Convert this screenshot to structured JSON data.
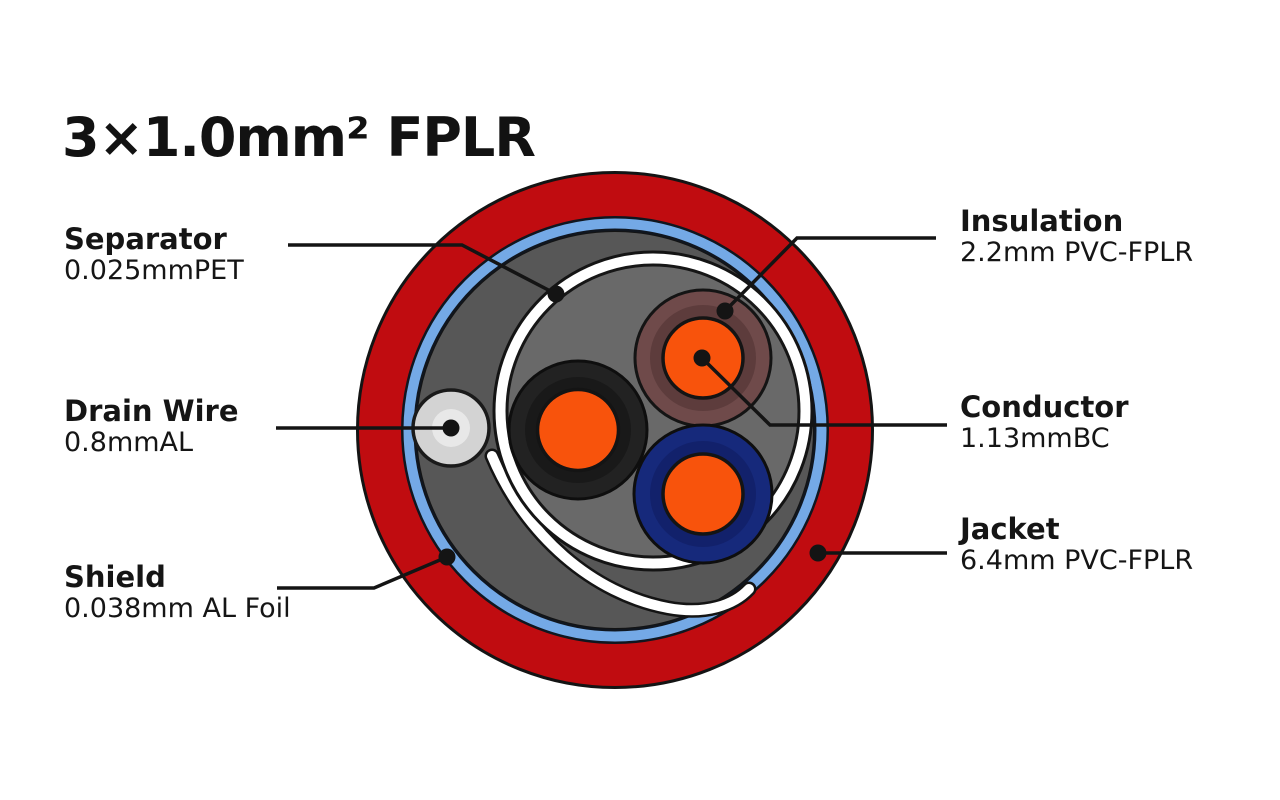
{
  "title": "3×1.0mm² FPLR",
  "labels": {
    "separator": {
      "name": "Separator",
      "spec": "0.025mmPET"
    },
    "drain_wire": {
      "name": "Drain Wire",
      "spec": "0.8mmAL"
    },
    "shield": {
      "name": "Shield",
      "spec": "0.038mm AL Foil"
    },
    "insulation": {
      "name": "Insulation",
      "spec": "2.2mm PVC-FPLR"
    },
    "conductor": {
      "name": "Conductor",
      "spec": "1.13mmBC"
    },
    "jacket": {
      "name": "Jacket",
      "spec": "6.4mm PVC-FPLR"
    }
  },
  "colors": {
    "jacket_red": "#C00C10",
    "shield_blue": "#74A9E6",
    "wrap_gray": "#575757",
    "core_gray": "#696969",
    "separator_white": "#FFFFFF",
    "drain_gray": "#D3D3D3",
    "drain_gray_light": "#E8E8E8",
    "conductor_orange": "#F8530C",
    "insulation_brown": "#6F4A4A",
    "insulation_brown_inner": "#5D3C3C",
    "insulation_black": "#222222",
    "insulation_black_inner": "#191919",
    "insulation_blue": "#16297B",
    "insulation_blue_inner": "#12216B",
    "line_black": "#141414"
  }
}
